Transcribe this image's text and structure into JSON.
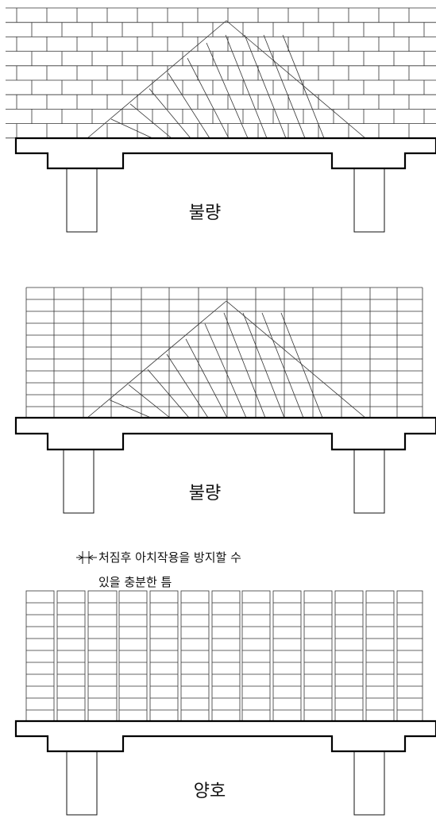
{
  "panels": [
    {
      "id": "brick-running-bond",
      "label": "불량",
      "verdict": "poor"
    },
    {
      "id": "block-grid",
      "label": "불량",
      "verdict": "poor"
    },
    {
      "id": "separated-columns",
      "label": "양호",
      "verdict": "good"
    }
  ],
  "note": {
    "line1": "처짐후 아치작용을 방지할 수",
    "line2": "있을 충분한 틈"
  }
}
